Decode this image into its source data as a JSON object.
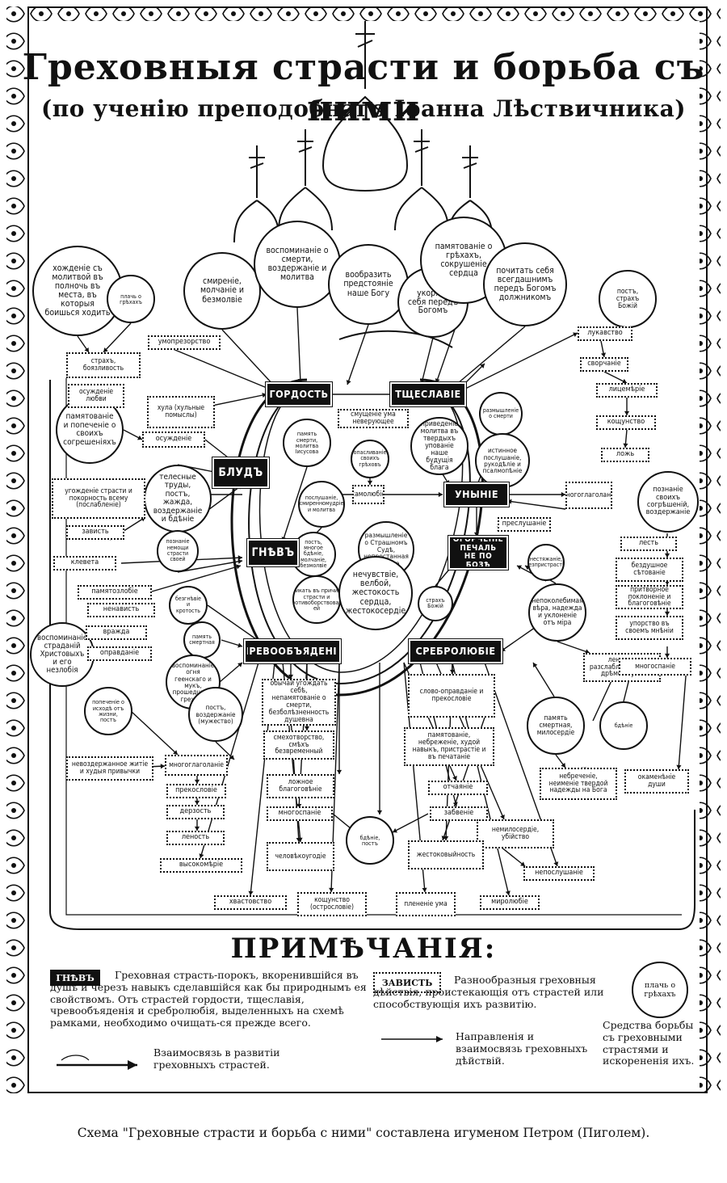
{
  "header": {
    "title": "Греховныя страсти и борьба съ ними",
    "subtitle": "(по ученію преподобнаго Іоанна Лѣствичника)"
  },
  "passions": {
    "pride": "ГОРДОСТЬ",
    "vainglory": "ТЩЕСЛАВІЕ",
    "fornication": "БЛУДЪ",
    "despondency": "УНЫНІЕ",
    "anger": "ГНѢВЪ",
    "sorrow": "ОГОРЧЕНІЕ ПЕЧАЛЬ НЕ ПО БОЗѢ",
    "gluttony": "ЧРЕВООБЪЯДЕНІЕ",
    "avarice": "СРЕБРОЛЮБІЕ"
  },
  "remedies": {
    "r1": "хожденіе съ молитвой въ полночь въ места, въ которыя боишься ходить",
    "r2": "плачь о грѣхахъ",
    "r3": "смиреніе, молчаніе и безмолвіе",
    "r4": "воспоминаніе о смерти, воздержаніе и молитва",
    "r5": "вообразить предстояніе наше Богу",
    "r6": "укорять себя передъ Богомъ",
    "r7": "памятованіе о грѣхахъ, сокрушеніе сердца",
    "r8": "почитать себя всегдашнимъ передъ Богомъ должникомъ",
    "r9": "постъ, страхъ Божій",
    "r10": "памятованіе и попеченіе о своихъ согрешеніяхъ",
    "r11": "память смерти, молитва Іисусова",
    "r12": "приведеніе молитва въ твердыхъ упованіе наше будущія блага",
    "r13": "опасливаніе своихъ грѣховъ",
    "r14": "размышленіе о смерти",
    "r15": "истинное послушаніе, рукодѣліе и псалмопѣніе",
    "r16": "телесные труды, постъ, жажда, воздержаніе и бдѣніе",
    "r17": "послушаніе, смиренномудріе и молитва",
    "r18": "познаніе своихъ согрѣшеній, воздержаніе",
    "r19": "познаніе немощи страсти своей",
    "r20": "постъ, многое бдѣніе, молчаніе, безмолвіе",
    "r21": "размышленіе о Страшномъ Судѣ, непрестанная молитва",
    "r22": "вникать въ причину страсти и противоборствовать ей",
    "r23": "страхъ Божій",
    "r24": "воспоминаніе страданій Христовыхъ и его незлобія",
    "r25": "безгнѣвіе и кротость",
    "r26": "память смертная",
    "r27": "воспоминаніе огня геенскаго и мукъ, прошедшихъ грехахъ",
    "r28": "нестяжаніе, безпристрастіе",
    "r29": "непоколебимая вѣра, надежда и уклоненіе отъ міра",
    "r30": "попеченіе о исходѣ отъ жизни, постъ",
    "r31": "постъ, воздержаніе (мужество)",
    "r32": "память смертная, милосердіе",
    "r33": "бдѣніе",
    "r34": "бдѣніе, постъ",
    "r35": "нечувствіе, велбой, жестокость сердца, жестокосердіе"
  },
  "sins": {
    "s1": "умопрезорство",
    "s2": "страхъ, боязливость",
    "s3": "лукавство",
    "s4": "сворчаніе",
    "s5": "осужденіе любви",
    "s6": "хула (хульные помыслы)",
    "s7": "лицемѣріе",
    "s8": "осужденіе",
    "s9": "смущеніе ума неверующее",
    "s10": "кощунство",
    "s11": "ложь",
    "s12": "угожденіе страсти и покорность всему (послабленіе)",
    "s13": "самолюбіе",
    "s14": "многоглаголаніе",
    "s15": "зависть",
    "s16": "преслушаніе",
    "s17": "клевета",
    "s18": "лесть",
    "s19": "бездушное сѣтованіе",
    "s20": "притворное поклоненіе и благоговѣніе",
    "s21": "упорство въ своемъ мнѣніи",
    "s22": "памятозлобіе",
    "s23": "ненависть",
    "s24": "вражда",
    "s25": "оправданіе",
    "s26": "леность, разслабленіе души, дрѣмота ума",
    "s27": "многоспаніе",
    "s28": "обычай угождать себѣ, непамятованіе о смерти, безболѣзненность душевна",
    "s29": "слово-оправданіе и прекословіе",
    "s30": "смехотворство, смѣхъ безвременный",
    "s31": "памятованіе, небреженіе, худой навыкъ, пристрастіе и въ печатаніе",
    "s32": "окаменѣніе души",
    "s33": "невоздержанное житіе и худыя привычки",
    "s34": "многоглаголаніе",
    "s35": "ложное благоговѣніе",
    "s36": "прекословіе",
    "s37": "отчаяніе",
    "s38": "дерзость",
    "s39": "многоспаніе",
    "s40": "забвеніе",
    "s41": "небреченіе, неименіе твердой надежды на Бога",
    "s42": "леность",
    "s43": "немилосердіе, убійство",
    "s44": "человѣкоугодіе",
    "s45": "жестоковыйность",
    "s46": "высокомѣріе",
    "s47": "непослушаніе",
    "s48": "хвастовство",
    "s49": "кощунство (острословіе)",
    "s50": "плененіе ума",
    "s51": "миролюбіе"
  },
  "notes": {
    "heading": "ПРИМѢЧАНІЯ:",
    "legend_passion_tag": "ГНѢВЪ",
    "legend_passion_text": "Греховная страсть-порокъ, вкоренившійся въ душѣ и черезъ навыкъ сделавшійся как бы природнымъ ея свойствомъ. Отъ страстей гордости, тщеславія, чревообъяденія и сребролюбія, выделенныхъ на схемѣ рамками, необходимо очищать-ся прежде всего.",
    "legend_sin_tag": "ЗАВИСТЬ",
    "legend_sin_text": "Разнообразныя греховныя дѣйствія, проистекающія отъ страстей или способствующія ихъ развитію.",
    "legend_remedy_tag": "плачь о грѣхахъ",
    "legend_remedy_text": "Средства борьбы съ греховными страстями и искорененія ихъ.",
    "legend_arrow_text": "Взаимосвязь в развитіи греховныхъ страстей.",
    "legend_line_text": "Направленія и взаимосвязь греховныхъ дѣйствій."
  },
  "caption": "Схема \"Греховные страсти и борьба с ними\" составлена игуменом Петром (Пиголем)."
}
